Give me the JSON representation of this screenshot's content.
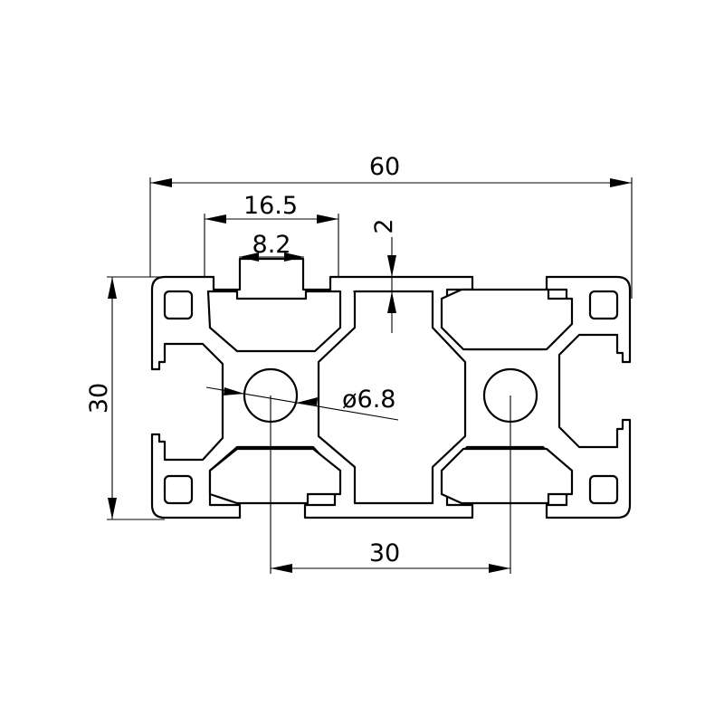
{
  "drawing": {
    "title": "",
    "line_color": "#000000",
    "background_color": "#ffffff"
  },
  "dimensions": {
    "overall_width": "60",
    "overall_height": "30",
    "slot_opening_outer": "16.5",
    "slot_opening_inner": "8.2",
    "wall_thickness": "2",
    "bore_diameter": "ø6.8",
    "bore_spacing": "30"
  }
}
